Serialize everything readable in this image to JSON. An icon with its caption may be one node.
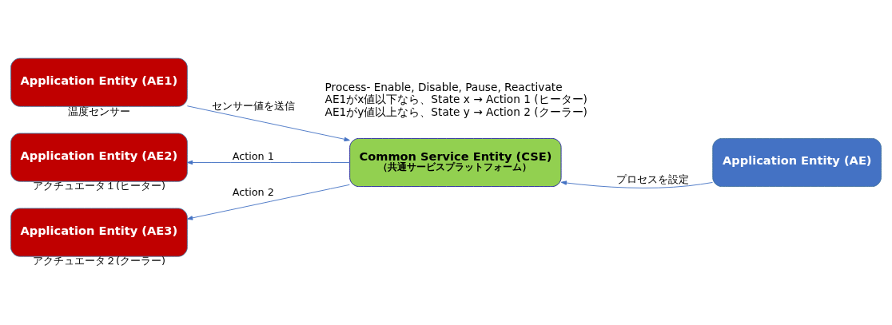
{
  "diagram": {
    "nodes": [
      {
        "text": [
          "Application Entity (AE1)"
        ],
        "beside": [
          "温度センサー"
        ]
      },
      {
        "text": [
          "Common Service Entity (CSE)",
          "（共通サービスプラットフォーム）"
        ]
      },
      {
        "text": [
          "Application Entity (AE)"
        ]
      },
      {
        "text": [
          "Application Entity (AE2)"
        ],
        "beside": [
          "アクチュエータ１(ヒーター)"
        ]
      },
      {
        "text": [
          "Application Entity (AE3)"
        ],
        "beside": [
          "アクチュエータ２(クーラー)"
        ]
      }
    ],
    "edges": [
      {
        "from": 0,
        "to": 1,
        "arrow": "to",
        "label": "センサー値を送信"
      },
      {
        "from": 2,
        "to": 1,
        "arrow": "to",
        "label": "プロセスを設定"
      },
      {
        "from": 1,
        "to": 3,
        "arrow": "to",
        "label": "Action 1"
      },
      {
        "from": 1,
        "to": 4,
        "arrow": "to",
        "label": "Action 2"
      }
    ],
    "labels": [
      "Process- Enable, Disable, Pause, Reactivate",
      "AE1がx値以下なら、State x → Action 1 (ヒーター)",
      "AE1がy値以上なら、State y → Action 2 (クーラー)"
    ]
  }
}
